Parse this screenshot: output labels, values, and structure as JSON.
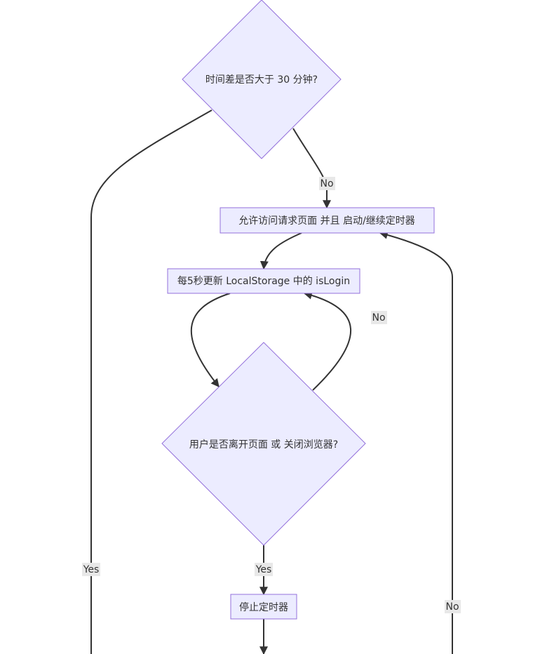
{
  "nodes": {
    "decision_time": "时间差是否大于 30 分钟?",
    "allow_access": "允许访问请求页面 并且 启动/继续定时器",
    "update_login": "每5秒更新 LocalStorage 中的 isLogin",
    "decision_leave": "用户是否离开页面 或 关闭浏览器?",
    "stop_timer": "停止定时器"
  },
  "edge_labels": {
    "time_no": "No",
    "time_yes": "Yes",
    "leave_no": "No",
    "leave_yes": "Yes",
    "right_no": "No"
  },
  "colors": {
    "node_fill": "#ececff",
    "node_stroke": "#9370db",
    "edge": "#333333",
    "label_bg": "#e8e8e8"
  }
}
